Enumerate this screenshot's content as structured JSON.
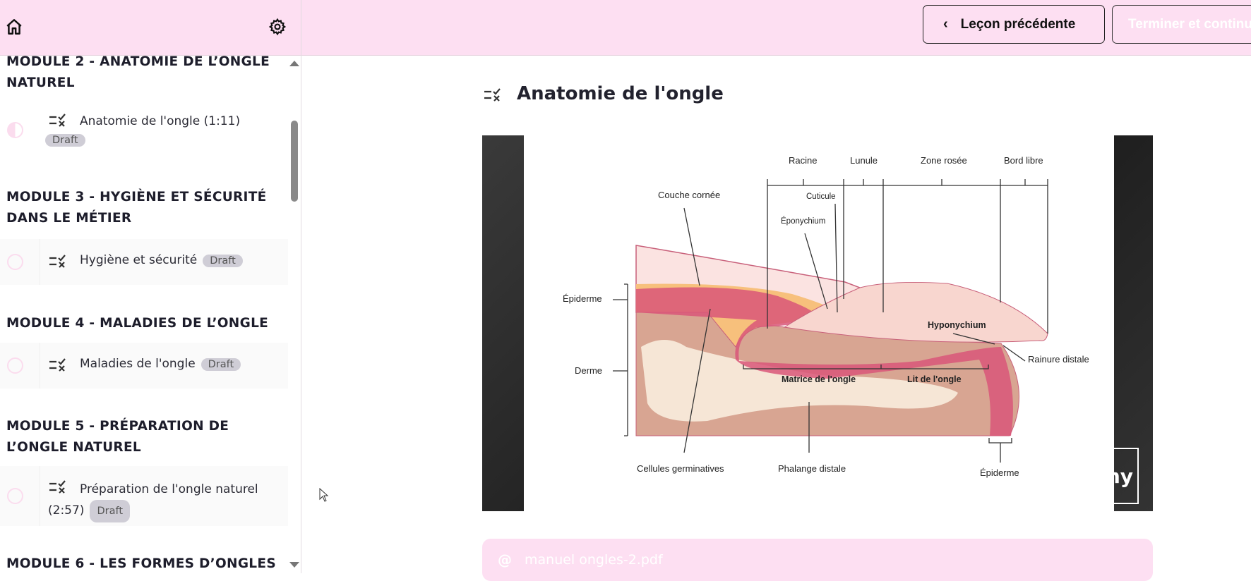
{
  "header": {
    "prev_label": "Leçon précédente",
    "next_label": "Terminer et continuer"
  },
  "sidebar": {
    "modules": [
      {
        "title": "MODULE 2 - ANATOMIE DE L’ONGLE NATUREL",
        "lessons": [
          {
            "label": "Anatomie de l'ongle (1:11)",
            "badge": "Draft",
            "progress": 0.5
          }
        ]
      },
      {
        "title": "MODULE 3 - HYGIÈNE ET SÉCURITÉ DANS LE MÉTIER",
        "lessons": [
          {
            "label": "Hygiène et sécurité",
            "badge": "Draft",
            "progress": 0
          }
        ]
      },
      {
        "title": "MODULE 4 - MALADIES DE L’ONGLE",
        "lessons": [
          {
            "label": "Maladies de l'ongle",
            "badge": "Draft",
            "progress": 0
          }
        ]
      },
      {
        "title": "MODULE 5 - PRÉPARATION DE L’ONGLE NATUREL",
        "lessons": [
          {
            "label": "Préparation de l'ongle naturel (2:57)",
            "badge": "Draft",
            "progress": 0
          }
        ]
      },
      {
        "title": "MODULE 6 - LES FORMES D’ONGLES",
        "lessons": []
      }
    ]
  },
  "main": {
    "title": "Anatomie de l'ongle",
    "diagram": {
      "labels": {
        "racine": "Racine",
        "lunule": "Lunule",
        "zone_rosee": "Zone rosée",
        "bord_libre": "Bord libre",
        "couche_cornee": "Couche cornée",
        "cuticule": "Cuticule",
        "eponychium": "Éponychium",
        "epiderme_left": "Épiderme",
        "derme": "Derme",
        "hyponychium": "Hyponychium",
        "rainure": "Rainure distale",
        "matrice": "Matrice de l'ongle",
        "lit": "Lit de l'ongle",
        "cellules": "Cellules germinatives",
        "phalange": "Phalange distale",
        "epiderme_bottom": "Épiderme"
      },
      "logo_fragment": "ny"
    },
    "attachment": "manuel ongles-2.pdf"
  },
  "colors": {
    "header_bg": "#fddff2",
    "accent": "#fbdcee"
  }
}
